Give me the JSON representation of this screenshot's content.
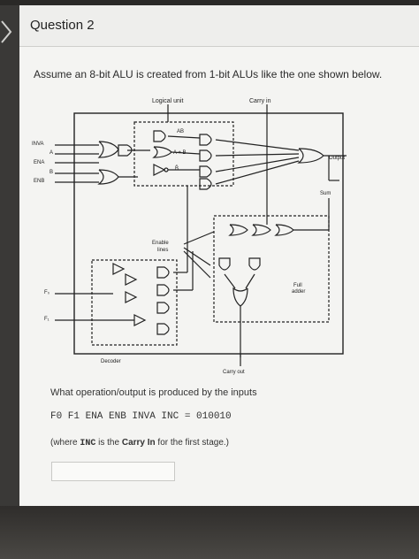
{
  "question": {
    "title": "Question 2",
    "prompt": "Assume an 8-bit ALU is created from 1-bit ALUs like the one shown below.",
    "ask": "What operation/output is produced by the inputs",
    "inputs_line": "F0  F1  ENA  ENB  INVA  INC = 010010",
    "note_prefix": "(where ",
    "note_code": "INC",
    "note_mid": " is the ",
    "note_bold": "Carry In",
    "note_suffix": " for the first stage.)",
    "answer_value": ""
  },
  "diagram": {
    "logical_unit": "Logical unit",
    "carry_in": "Carry in",
    "ab": "AB",
    "a_or_b": "A + B",
    "not_b": "B̄",
    "output": "Output",
    "sum": "Sum",
    "enable_lines_1": "Enable",
    "enable_lines_2": "lines",
    "full_adder_1": "Full",
    "full_adder_2": "adder",
    "decoder": "Decoder",
    "carry_out": "Carry out",
    "inva": "INVA",
    "a": "A",
    "ena": "ENA",
    "b": "B",
    "enb": "ENB",
    "f0": "F₀",
    "f1": "F₁"
  },
  "colors": {
    "line": "#222222",
    "page": "#f4f4f2"
  }
}
